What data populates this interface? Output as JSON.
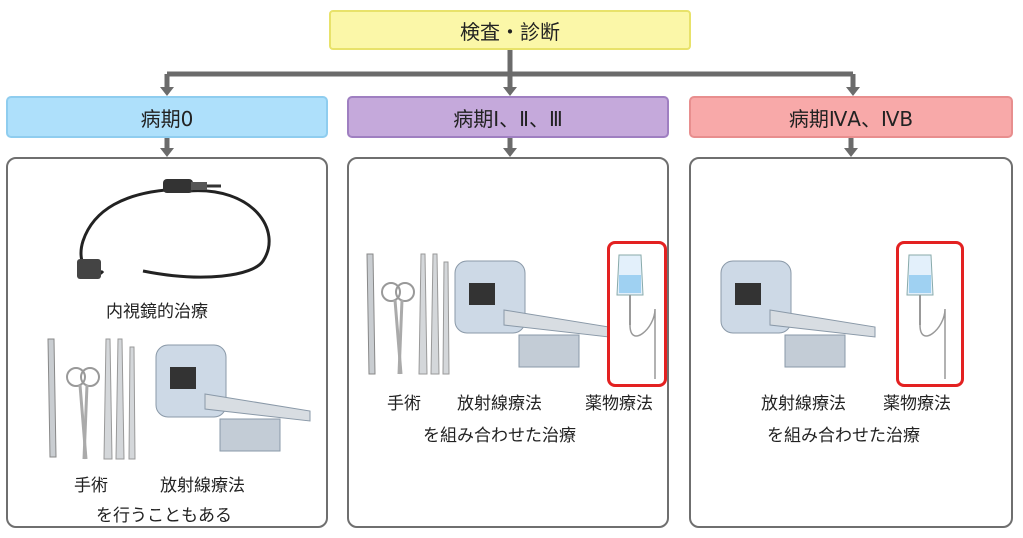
{
  "top": {
    "label": "検査・診断"
  },
  "stages": [
    {
      "label": "病期0"
    },
    {
      "label": "病期Ⅰ、Ⅱ、Ⅲ"
    },
    {
      "label": "病期ⅣA、ⅣB"
    }
  ],
  "panel0": {
    "endoscope_label": "内視鏡的治療",
    "surgery_label": "手術",
    "radiation_label": "放射線療法",
    "note": "を行うこともある"
  },
  "panel1": {
    "surgery_label": "手術",
    "radiation_label": "放射線療法",
    "drug_label": "薬物療法",
    "note": "を組み合わせた治療"
  },
  "panel2": {
    "radiation_label": "放射線療法",
    "drug_label": "薬物療法",
    "note": "を組み合わせた治療"
  },
  "colors": {
    "top_fill": "#fbf7a8",
    "stage0_fill": "#aee0fb",
    "stage1_fill": "#c5a9db",
    "stage2_fill": "#f8a9a9",
    "highlight": "#e32121",
    "connector": "#6b6b6b"
  }
}
